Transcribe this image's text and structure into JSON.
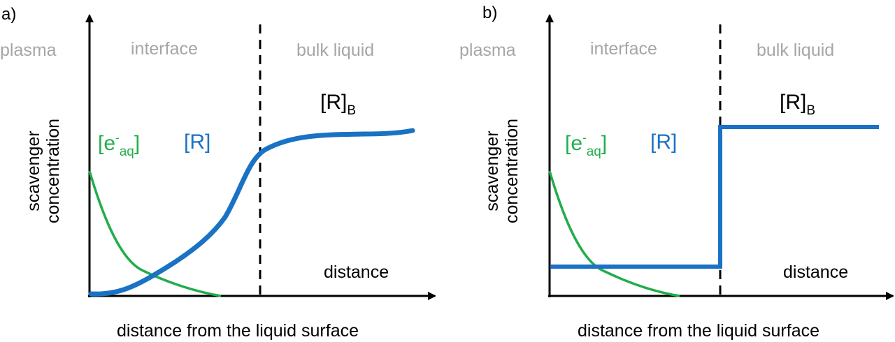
{
  "figure": {
    "panels": [
      {
        "id": "a",
        "panel_label": "a)",
        "regions": {
          "left": "plasma",
          "middle": "interface",
          "right": "bulk liquid"
        },
        "y_label_line1": "scavenger",
        "y_label_line2": "concentration",
        "x_label": "distance from the liquid surface",
        "distance_label": "distance",
        "labels": {
          "eaq_main": "[e",
          "eaq_sup": "-",
          "eaq_sub": "aq",
          "eaq_close": "]",
          "r": "[R]",
          "rb_main": "[R]",
          "rb_sub": "B"
        },
        "curves": {
          "electron": "exponential decay from the axis origin",
          "scavenger": "sigmoid rise saturating at [R]B in the bulk liquid"
        }
      },
      {
        "id": "b",
        "panel_label": "b)",
        "regions": {
          "left": "plasma",
          "middle": "interface",
          "right": "bulk liquid"
        },
        "y_label_line1": "scavenger",
        "y_label_line2": "concentration",
        "x_label": "distance from the liquid surface",
        "distance_label": "distance",
        "labels": {
          "eaq_main": "[e",
          "eaq_sup": "-",
          "eaq_sub": "aq",
          "eaq_close": "]",
          "r": "[R]",
          "rb_main": "[R]",
          "rb_sub": "B"
        },
        "curves": {
          "electron": "exponential decay from the axis origin",
          "scavenger": "low constant level in the interface, step up to [R]B at the boundary"
        }
      }
    ],
    "colors": {
      "electron": "#22ad4b",
      "scavenger": "#1a72c4",
      "axis": "#000000",
      "region_text": "#a6a6a6"
    }
  }
}
